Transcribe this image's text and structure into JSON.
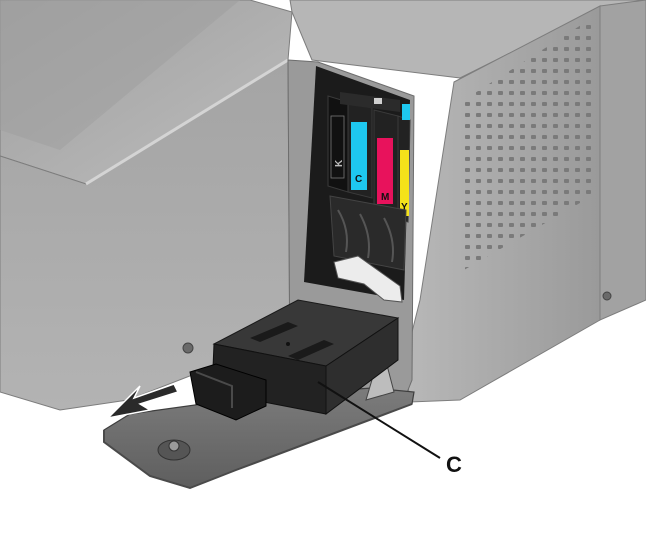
{
  "callout": {
    "label": "C"
  },
  "cartridges": [
    {
      "letter": "K",
      "color": "#1a1a1a"
    },
    {
      "letter": "C",
      "color": "#1ec8f0"
    },
    {
      "letter": "M",
      "color": "#e8125c"
    },
    {
      "letter": "Y",
      "color": "#f5e21a"
    }
  ],
  "colors": {
    "housing": "#a9a9a9",
    "housing_dark": "#8c8c8c",
    "housing_light": "#c4c4c4",
    "cavity": "#1b1b1b",
    "tray": "#6f6f6f",
    "module": "#2a2a2a",
    "arrow": "#3a3a3a"
  }
}
